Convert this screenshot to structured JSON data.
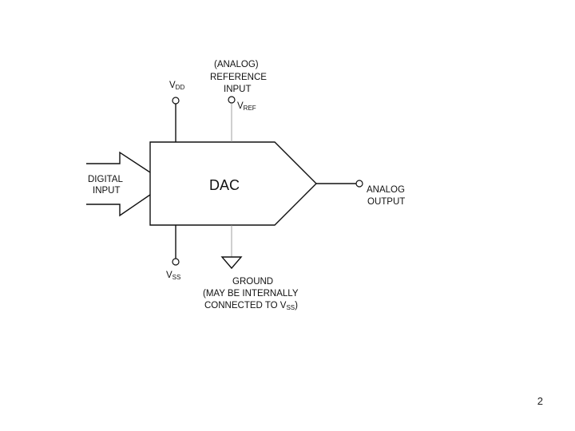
{
  "diagram": {
    "block_label": "DAC",
    "vdd": {
      "main": "V",
      "sub": "DD"
    },
    "vss": {
      "main": "V",
      "sub": "SS"
    },
    "vref": {
      "main": "V",
      "sub": "REF"
    },
    "reference_input": [
      "(ANALOG)",
      "REFERENCE",
      "INPUT"
    ],
    "digital_input": [
      "DIGITAL",
      "INPUT"
    ],
    "analog_output": [
      "ANALOG",
      "OUTPUT"
    ],
    "ground": {
      "line1": "GROUND",
      "line2": "(MAY BE INTERNALLY",
      "line3_prefix": "CONNECTED TO V",
      "line3_sub": "SS",
      "line3_suffix": ")"
    }
  },
  "page_number": "2"
}
